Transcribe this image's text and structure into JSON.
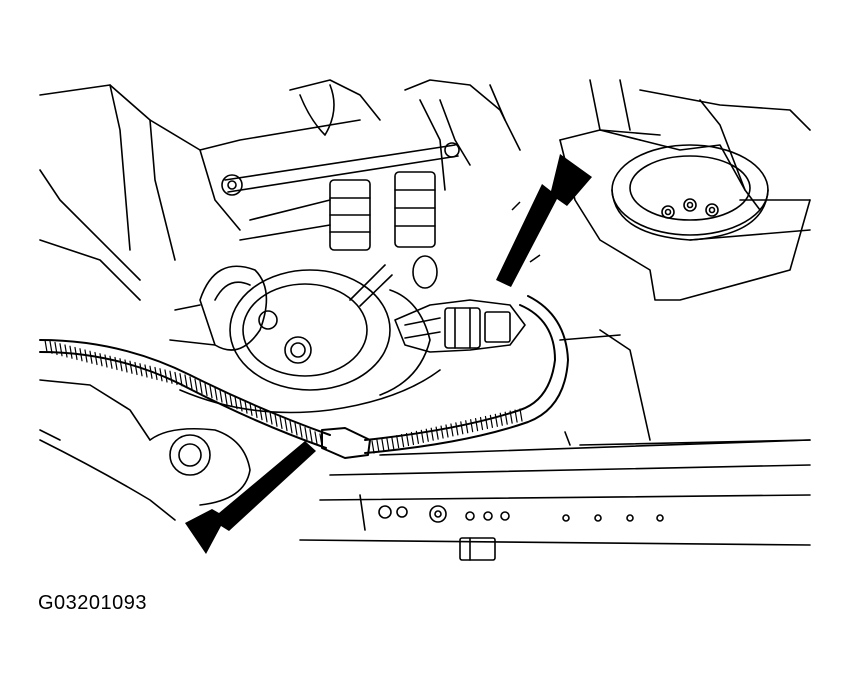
{
  "figure": {
    "id_label": "G03201093",
    "line_color": "#000000",
    "background_color": "#ffffff",
    "callouts": [
      "arrow-upper-right",
      "arrow-lower-left"
    ]
  }
}
